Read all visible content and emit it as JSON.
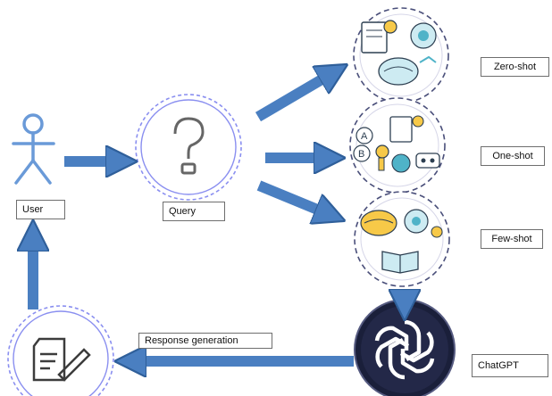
{
  "labels": {
    "user": "User",
    "query": "Query",
    "zero_shot": "Zero-shot",
    "one_shot": "One-shot",
    "few_shot": "Few-shot",
    "chatgpt": "ChatGPT",
    "response_generation": "Response generation"
  },
  "colors": {
    "arrow": "#4a7fc1",
    "arrow_stroke": "#2f5f9a",
    "circle_inner": "#8a8ff0",
    "circle_outer": "#4a4f7a",
    "icon_teal": "#4fb3c8",
    "icon_bg": "#cdebf2",
    "icon_orange": "#f3a03a",
    "icon_yellow": "#f7c948",
    "icon_dark": "#2c3e50",
    "user_figure": "#6a9ad8",
    "chatgpt_bg": "#1a1f3a"
  },
  "icons": {
    "user": "person-stick-figure-icon",
    "query": "question-mark-icon",
    "zero_shot": "brain-ideas-icon",
    "one_shot": "abc-key-robot-icon",
    "few_shot": "brain-book-icon",
    "chatgpt": "openai-logo-icon",
    "response": "document-pen-icon"
  }
}
